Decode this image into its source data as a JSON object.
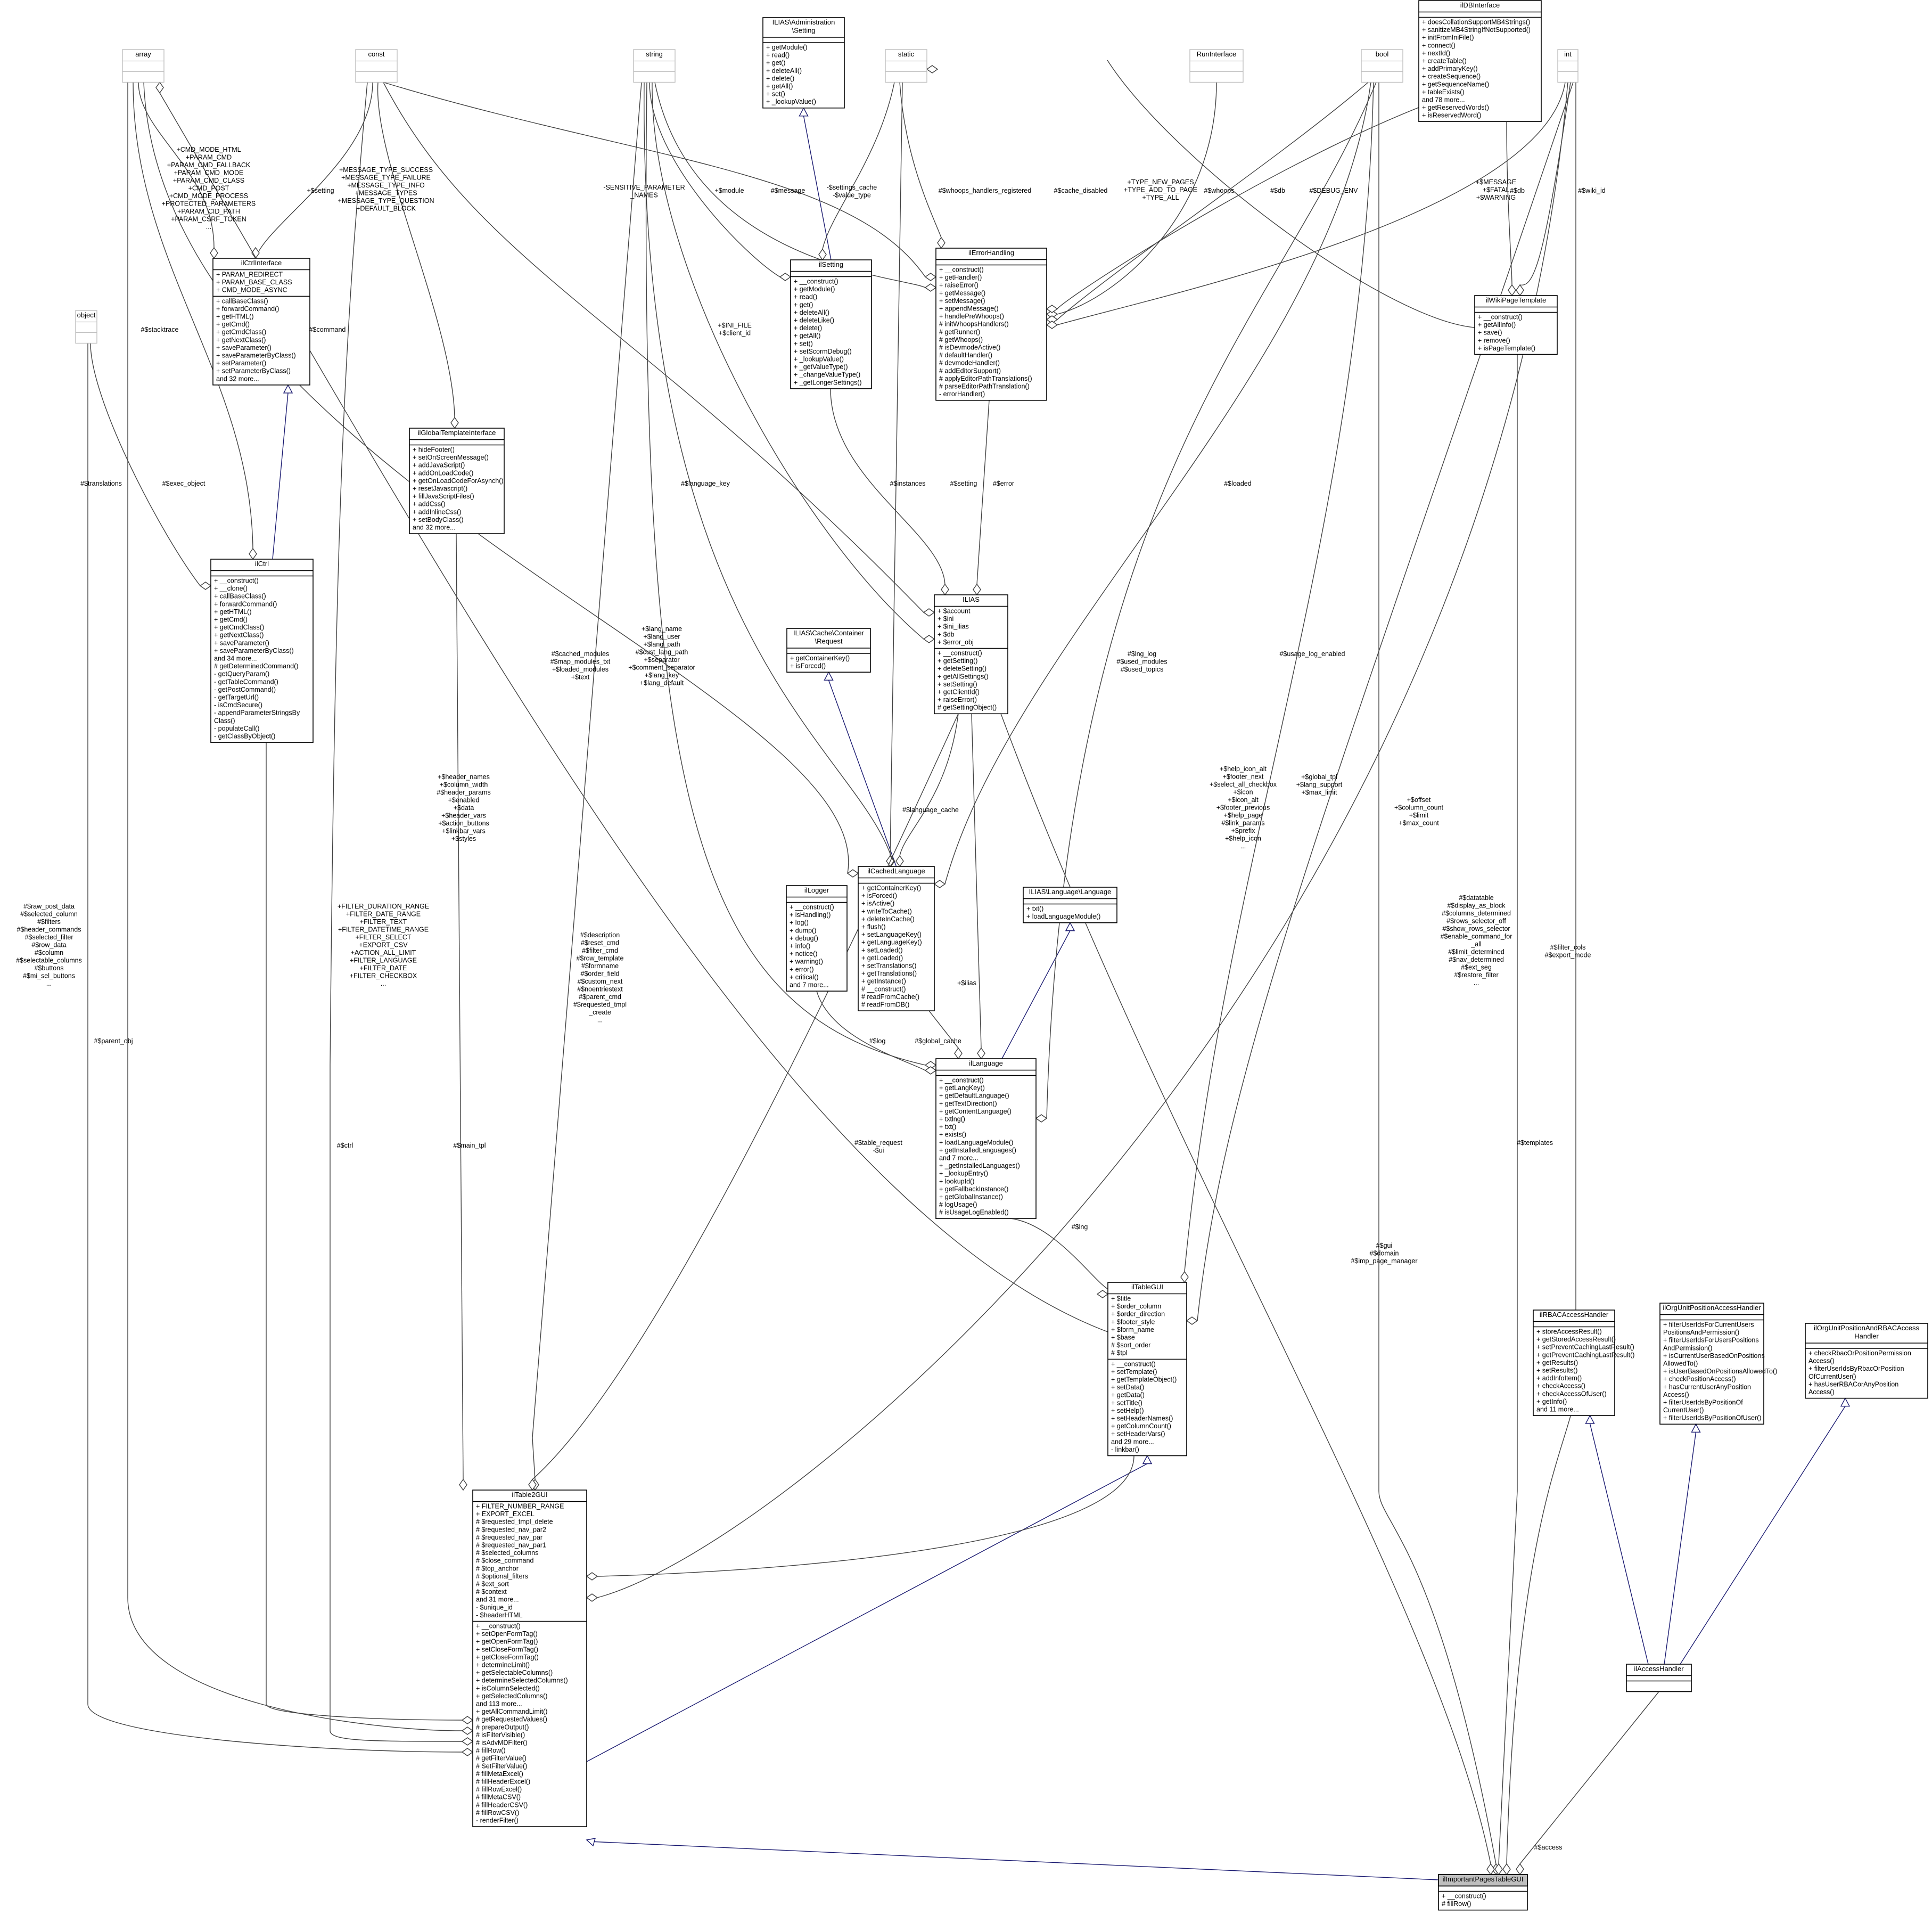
{
  "colors": {
    "box_border": "#000000",
    "primitive_border": "#bfbfbf",
    "highlight_fill": "#bfbfbf",
    "association_edge": "#404040",
    "inheritance_edge": "#191970"
  },
  "icons": {
    "composition": "open-diamond",
    "inheritance": "hollow-triangle"
  },
  "classes": {
    "array": {
      "title": "array",
      "attrs": [],
      "ops": []
    },
    "const": {
      "title": "const",
      "attrs": [],
      "ops": []
    },
    "string": {
      "title": "string",
      "attrs": [],
      "ops": []
    },
    "static": {
      "title": "static",
      "attrs": [],
      "ops": []
    },
    "runinterface": {
      "title": "RunInterface",
      "attrs": [],
      "ops": []
    },
    "bool": {
      "title": "bool",
      "attrs": [],
      "ops": []
    },
    "int": {
      "title": "int",
      "attrs": [],
      "ops": []
    },
    "object": {
      "title": "object",
      "attrs": [],
      "ops": []
    },
    "setting_admin": {
      "title": [
        "ILIAS\\Administration",
        "\\Setting"
      ],
      "attrs": [],
      "ops": [
        "+ getModule()",
        "+ read()",
        "+ get()",
        "+ deleteAll()",
        "+ delete()",
        "+ getAll()",
        "+ set()",
        "+ _lookupValue()"
      ]
    },
    "ildbinterface": {
      "title": [
        "ilDBInterface"
      ],
      "attrs": [],
      "ops": [
        "+ doesCollationSupportMB4Strings()",
        "+ sanitizeMB4StringIfNotSupported()",
        "+ initFromIniFile()",
        "+ connect()",
        "+ nextId()",
        "+ createTable()",
        "+ addPrimaryKey()",
        "+ createSequence()",
        "+ getSequenceName()",
        "+ tableExists()",
        "and 78 more...",
        "+ getReservedWords()",
        "+ isReservedWord()"
      ]
    },
    "ilctrlinterface": {
      "title": [
        "ilCtrlInterface"
      ],
      "attrs": [
        "+ PARAM_REDIRECT",
        "+ PARAM_BASE_CLASS",
        "+ CMD_MODE_ASYNC"
      ],
      "ops": [
        "+ callBaseClass()",
        "+ forwardCommand()",
        "+ getHTML()",
        "+ getCmd()",
        "+ getCmdClass()",
        "+ getNextClass()",
        "+ saveParameter()",
        "+ saveParameterByClass()",
        "+ setParameter()",
        "+ setParameterByClass()",
        "and 32 more..."
      ]
    },
    "ilsetting": {
      "title": [
        "ilSetting"
      ],
      "attrs": [],
      "ops": [
        "+ __construct()",
        "+ getModule()",
        "+ read()",
        "+ get()",
        "+ deleteAll()",
        "+ deleteLike()",
        "+ delete()",
        "+ getAll()",
        "+ set()",
        "+ setScormDebug()",
        "+ _lookupValue()",
        "+ _getValueType()",
        "+ _changeValueType()",
        "+ _getLongerSettings()"
      ]
    },
    "ilerrorhandling": {
      "title": [
        "ilErrorHandling"
      ],
      "attrs": [],
      "ops": [
        "+ __construct()",
        "+ getHandler()",
        "+ raiseError()",
        "+ getMessage()",
        "+ setMessage()",
        "+ appendMessage()",
        "+ handlePreWhoops()",
        "# initWhoopsHandlers()",
        "# getRunner()",
        "# getWhoops()",
        "# isDevmodeActive()",
        "# defaultHandler()",
        "# devmodeHandler()",
        "# addEditorSupport()",
        "# applyEditorPathTranslations()",
        "# parseEditorPathTranslation()",
        "- errorHandler()"
      ]
    },
    "ilwikipagetemplate": {
      "title": [
        "ilWikiPageTemplate"
      ],
      "attrs": [],
      "ops": [
        "+ __construct()",
        "+ getAllInfo()",
        "+ save()",
        "+ remove()",
        "+ isPageTemplate()"
      ]
    },
    "ilglobaltemplateinterface": {
      "title": [
        "ilGlobalTemplateInterface"
      ],
      "attrs": [],
      "ops": [
        "+ hideFooter()",
        "+ setOnScreenMessage()",
        "+ addJavaScript()",
        "+ addOnLoadCode()",
        "+ getOnLoadCodeForAsynch()",
        "+ resetJavascript()",
        "+ fillJavaScriptFiles()",
        "+ addCss()",
        "+ addInlineCss()",
        "+ setBodyClass()",
        "and 32 more..."
      ]
    },
    "ilctrl": {
      "title": [
        "ilCtrl"
      ],
      "attrs": [],
      "ops": [
        "+ __construct()",
        "+ __clone()",
        "+ callBaseClass()",
        "+ forwardCommand()",
        "+ getHTML()",
        "+ getCmd()",
        "+ getCmdClass()",
        "+ getNextClass()",
        "+ saveParameter()",
        "+ saveParameterByClass()",
        "and 34 more...",
        "# getDeterminedCommand()",
        "- getQueryParam()",
        "- getTableCommand()",
        "- getPostCommand()",
        "- getTargetUrl()",
        "- isCmdSecure()",
        "- appendParameterStringsBy",
        "Class()",
        "- populateCall()",
        "- getClassByObject()"
      ]
    },
    "ilias": {
      "title": [
        "ILIAS"
      ],
      "attrs": [
        "+ $account",
        "+ $ini",
        "+ $ini_ilias",
        "+ $db",
        "+ $error_obj"
      ],
      "ops": [
        "+ __construct()",
        "+ getSetting()",
        "+ deleteSetting()",
        "+ getAllSettings()",
        "+ setSetting()",
        "+ getClientId()",
        "+ raiseError()",
        "# getSettingObject()"
      ]
    },
    "cache_request": {
      "title": [
        "ILIAS\\Cache\\Container",
        "\\Request"
      ],
      "attrs": [],
      "ops": [
        "+ getContainerKey()",
        "+ isForced()"
      ]
    },
    "ilcachedlanguage": {
      "title": [
        "ilCachedLanguage"
      ],
      "attrs": [],
      "ops": [
        "+ getContainerKey()",
        "+ isForced()",
        "+ isActive()",
        "+ writeToCache()",
        "+ deleteInCache()",
        "+ flush()",
        "+ setLanguageKey()",
        "+ getLanguageKey()",
        "+ setLoaded()",
        "+ getLoaded()",
        "+ setTranslations()",
        "+ getTranslations()",
        "+ getInstance()",
        "# __construct()",
        "# readFromCache()",
        "# readFromDB()"
      ]
    },
    "illogger": {
      "title": [
        "ilLogger"
      ],
      "attrs": [],
      "ops": [
        "+ __construct()",
        "+ isHandling()",
        "+ log()",
        "+ dump()",
        "+ debug()",
        "+ info()",
        "+ notice()",
        "+ warning()",
        "+ error()",
        "+ critical()",
        "and 7 more..."
      ]
    },
    "language_language": {
      "title": [
        "ILIAS\\Language\\Language"
      ],
      "attrs": [],
      "ops": [
        "+ txt()",
        "+ loadLanguageModule()"
      ]
    },
    "illanguage": {
      "title": [
        "ilLanguage"
      ],
      "attrs": [],
      "ops": [
        "+ __construct()",
        "+ getLangKey()",
        "+ getDefaultLanguage()",
        "+ getTextDirection()",
        "+ getContentLanguage()",
        "+ txtlng()",
        "+ txt()",
        "+ exists()",
        "+ loadLanguageModule()",
        "+ getInstalledLanguages()",
        "and 7 more...",
        "+ _getInstalledLanguages()",
        "+ _lookupEntry()",
        "+ lookupId()",
        "+ getFallbackInstance()",
        "+ getGlobalInstance()",
        "# logUsage()",
        "# isUsageLogEnabled()"
      ]
    },
    "iltablegui": {
      "title": [
        "ilTableGUI"
      ],
      "attrs": [
        "+ $title",
        "+ $order_column",
        "+ $order_direction",
        "+ $footer_style",
        "+ $form_name",
        "+ $base",
        "# $sort_order",
        "# $tpl"
      ],
      "ops": [
        "+ __construct()",
        "+ setTemplate()",
        "+ getTemplateObject()",
        "+ setData()",
        "+ getData()",
        "+ setTitle()",
        "+ setHelp()",
        "+ setHeaderNames()",
        "+ getColumnCount()",
        "+ setHeaderVars()",
        "and 29 more...",
        "- linkbar()"
      ]
    },
    "iltable2gui": {
      "title": [
        "ilTable2GUI"
      ],
      "attrs": [
        "+ FILTER_NUMBER_RANGE",
        "+ EXPORT_EXCEL",
        "# $requested_tmpl_delete",
        "# $requested_nav_par2",
        "# $requested_nav_par",
        "# $requested_nav_par1",
        "# $selected_columns",
        "# $close_command",
        "# $top_anchor",
        "# $optional_filters",
        "# $ext_sort",
        "# $context",
        "and 31 more...",
        "- $unique_id",
        "- $headerHTML"
      ],
      "ops": [
        "+ __construct()",
        "+ setOpenFormTag()",
        "+ getOpenFormTag()",
        "+ setCloseFormTag()",
        "+ getCloseFormTag()",
        "+ determineLimit()",
        "+ getSelectableColumns()",
        "+ determineSelectedColumns()",
        "+ isColumnSelected()",
        "+ getSelectedColumns()",
        "and 113 more...",
        "+ getAllCommandLimit()",
        "# getRequestedValues()",
        "# prepareOutput()",
        "# isFilterVisible()",
        "# isAdvMDFilter()",
        "# fillRow()",
        "# getFilterValue()",
        "# SetFilterValue()",
        "# fillMetaExcel()",
        "# fillHeaderExcel()",
        "# fillRowExcel()",
        "# fillMetaCSV()",
        "# fillHeaderCSV()",
        "# fillRowCSV()",
        "- renderFilter()"
      ]
    },
    "ilrbacaccesshandler": {
      "title": [
        "ilRBACAccessHandler"
      ],
      "attrs": [],
      "ops": [
        "+ storeAccessResult()",
        "+ getStoredAccessResult()",
        "+ setPreventCachingLastResult()",
        "+ getPreventCachingLastResult()",
        "+ getResults()",
        "+ setResults()",
        "+ addInfoItem()",
        "+ checkAccess()",
        "+ checkAccessOfUser()",
        "+ getInfo()",
        "and 11 more..."
      ]
    },
    "ilorgunitposition": {
      "title": [
        "ilOrgUnitPositionAccessHandler"
      ],
      "attrs": [],
      "ops": [
        "+ filterUserIdsForCurrentUsers",
        "PositionsAndPermission()",
        "+ filterUserIdsForUsersPositions",
        "AndPermission()",
        "+ isCurrentUserBasedOnPositions",
        "AllowedTo()",
        "+ isUserBasedOnPositionsAllowedTo()",
        "+ checkPositionAccess()",
        "+ hasCurrentUserAnyPosition",
        "Access()",
        "+ filterUserIdsByPositionOf",
        "CurrentUser()",
        "+ filterUserIdsByPositionOfUser()"
      ]
    },
    "ilorgunitrbac": {
      "title": [
        "ilOrgUnitPositionAndRBACAccess",
        "Handler"
      ],
      "attrs": [],
      "ops": [
        "+ checkRbacOrPositionPermission",
        "Access()",
        "+ filterUserIdsByRbacOrPosition",
        "OfCurrentUser()",
        "+ hasUserRBACorAnyPosition",
        "Access()"
      ]
    },
    "ilaccesshandler": {
      "title": [
        "ilAccessHandler"
      ],
      "attrs": [],
      "ops": []
    },
    "ilimportant": {
      "title": [
        "ilImportantPagesTableGUI"
      ],
      "attrs": [],
      "ops": [
        "+ __construct()",
        "# fillRow()"
      ]
    }
  },
  "edge_labels": {
    "ctrl_consts": [
      "+CMD_MODE_HTML",
      "+PARAM_CMD",
      "+PARAM_CMD_FALLBACK",
      "+PARAM_CMD_MODE",
      "+PARAM_CMD_CLASS",
      "+CMD_POST",
      "+CMD_MODE_PROCESS",
      "+PROTECTED_PARAMETERS",
      "+PARAM_CID_PATH",
      "+PARAM_CSRF_TOKEN",
      "..."
    ],
    "setting": [
      "+$setting"
    ],
    "msg_types": [
      "+MESSAGE_TYPE_SUCCESS",
      "+MESSAGE_TYPE_FAILURE",
      "+MESSAGE_TYPE_INFO",
      "+MESSAGE_TYPES",
      "+MESSAGE_TYPE_QUESTION",
      "+DEFAULT_BLOCK"
    ],
    "sensitive": [
      "-SENSITIVE_PARAMETER",
      "_NAMES"
    ],
    "module": [
      "+$module"
    ],
    "message": [
      "#$message"
    ],
    "settings_cache": [
      "-$settings_cache",
      "-$value_type"
    ],
    "whoops_reg": [
      "#$whoops_handlers_registered"
    ],
    "cache_disabled": [
      "#$cache_disabled"
    ],
    "new_pages": [
      "+TYPE_NEW_PAGES",
      "+TYPE_ADD_TO_PAGE",
      "+TYPE_ALL"
    ],
    "whoops": [
      "#$whoops"
    ],
    "db": [
      "#$db"
    ],
    "debug_env": [
      "#$DEBUG_ENV"
    ],
    "message_fatal": [
      "+$MESSAGE",
      "+$FATAL",
      "+$WARNING"
    ],
    "wiki_db": [
      "#$db"
    ],
    "wiki_id": [
      "#$wiki_id"
    ],
    "stacktrace": [
      "#$stacktrace"
    ],
    "command": [
      "#$command"
    ],
    "ini_file": [
      "+$INI_FILE",
      "+$client_id"
    ],
    "exec_object": [
      "#$exec_object"
    ],
    "translations": [
      "#$translations"
    ],
    "language_key": [
      "#$language_key"
    ],
    "instances": [
      "#$instances"
    ],
    "ilias_setting": [
      "#$setting"
    ],
    "error": [
      "#$error"
    ],
    "loaded": [
      "#$loaded"
    ],
    "usage_log": [
      "#$usage_log_enabled"
    ],
    "lang_fields": [
      "+$lang_name",
      "+$lang_user",
      "+$lang_path",
      "#$cust_lang_path",
      "+$separator",
      "+$comment_separator",
      "+$lang_key",
      "+$lang_default"
    ],
    "cached_modules": [
      "#$cached_modules",
      "#$map_modules_txt",
      "+$loaded_modules",
      "+$text"
    ],
    "lng_log": [
      "#$lng_log",
      "#$used_modules",
      "#$used_topics"
    ],
    "language_cache": [
      "#$language_cache"
    ],
    "header_names": [
      "+$header_names",
      "+$column_width",
      "#$header_params",
      "+$enabled",
      "+$data",
      "+$header_vars",
      "+$action_buttons",
      "+$linkbar_vars",
      "+$styles"
    ],
    "help_icon": [
      "+$help_icon_alt",
      "+$footer_next",
      "+$select_all_checkbox",
      "+$icon",
      "+$icon_alt",
      "+$footer_previous",
      "+$help_page",
      "#$link_params",
      "+$prefix",
      "+$help_icon",
      "..."
    ],
    "global_tpl": [
      "+$global_tpl",
      "+$lang_support",
      "+$max_limit"
    ],
    "offset": [
      "+$offset",
      "+$column_count",
      "+$limit",
      "+$max_count"
    ],
    "raw_post": [
      "#$raw_post_data",
      "#$selected_column",
      "#$filters",
      "#$header_commands",
      "#$selected_filter",
      "#$row_data",
      "#$column",
      "#$selectable_columns",
      "#$buttons",
      "#$mi_sel_buttons",
      "..."
    ],
    "filter_duration": [
      "+FILTER_DURATION_RANGE",
      "+FILTER_DATE_RANGE",
      "+FILTER_TEXT",
      "+FILTER_DATETIME_RANGE",
      "+FILTER_SELECT",
      "+EXPORT_CSV",
      "+ACTION_ALL_LIMIT",
      "+FILTER_LANGUAGE",
      "+FILTER_DATE",
      "+FILTER_CHECKBOX",
      "..."
    ],
    "description": [
      "#$description",
      "#$reset_cmd",
      "#$filter_cmd",
      "#$row_template",
      "#$formname",
      "#$order_field",
      "#$custom_next",
      "#$noentriestext",
      "#$parent_cmd",
      "#$requested_tmpl",
      "_create",
      "..."
    ],
    "datatable": [
      "#$datatable",
      "#$display_as_block",
      "#$columns_determined",
      "#$rows_selector_off",
      "#$show_rows_selector",
      "#$enable_command_for",
      "_all",
      "#$limit_determined",
      "#$nav_determined",
      "#$ext_seg",
      "#$restore_filter",
      "..."
    ],
    "filter_cols": [
      "#$filter_cols",
      "#$export_mode"
    ],
    "templates": [
      "#$templates"
    ],
    "ilias_edge": [
      "+$ilias"
    ],
    "log": [
      "#$log"
    ],
    "global_cache": [
      "#$global_cache"
    ],
    "table_request": [
      "#$table_request",
      "-$ui"
    ],
    "gui_domain": [
      "#$gui",
      "#$domain",
      "#$imp_page_manager"
    ],
    "lng": [
      "#$lng"
    ],
    "parent_obj": [
      "#$parent_obj"
    ],
    "ctrl": [
      "#$ctrl"
    ],
    "main_tpl": [
      "#$main_tpl"
    ],
    "access": [
      "#$access"
    ]
  }
}
